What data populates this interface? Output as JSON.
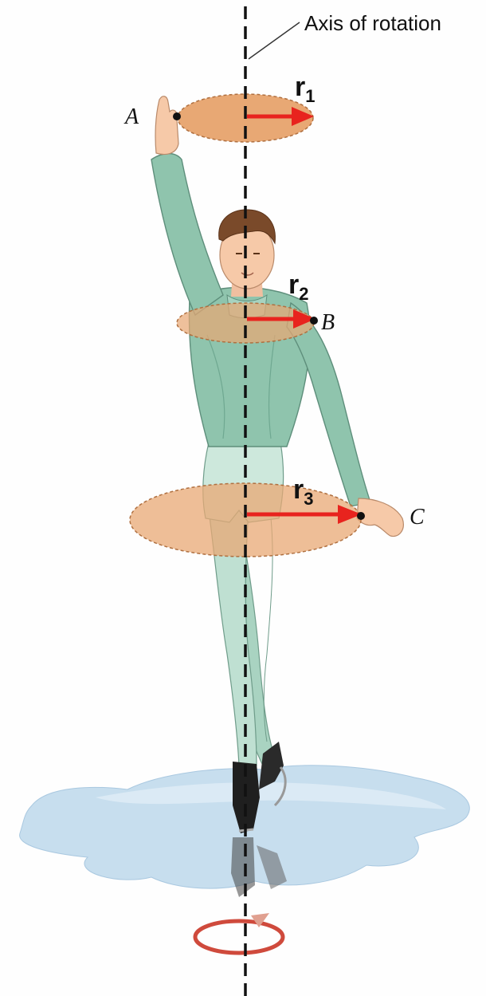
{
  "axis": {
    "label": "Axis of rotation"
  },
  "points": [
    {
      "id": "A",
      "label": "A"
    },
    {
      "id": "B",
      "label": "B"
    },
    {
      "id": "C",
      "label": "C"
    }
  ],
  "radii": [
    {
      "id": "r1",
      "base": "r",
      "sub": "1"
    },
    {
      "id": "r2",
      "base": "r",
      "sub": "2"
    },
    {
      "id": "r3",
      "base": "r",
      "sub": "3"
    }
  ],
  "colors": {
    "disc_fill": "#e8a874",
    "disc_stroke": "#b07040",
    "arrow": "#e8231e",
    "skin": "#f6c9a8",
    "suit": "#8fc4ad",
    "suit_shadow": "#6fa891",
    "tights": "#bfe0d2",
    "hair": "#7a4a2a",
    "ice": "#bcd7ea",
    "skate": "#222222",
    "rotation_arrow": "#cf4a3c"
  }
}
